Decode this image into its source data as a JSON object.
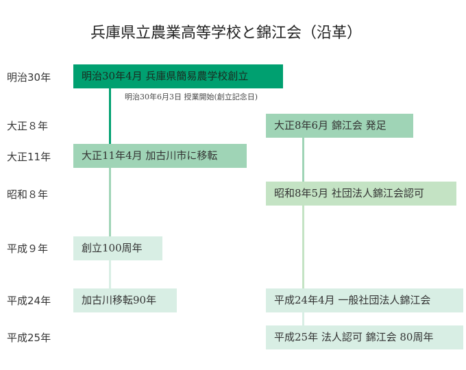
{
  "title": "兵庫県立農業高等学校と錦江会（沿革）",
  "eras": [
    "明治30年",
    "大正８年",
    "大正11年",
    "昭和８年",
    "平成９年",
    "平成24年",
    "平成25年"
  ],
  "events": {
    "m30": "明治30年4月 兵庫県簡易農学校創立",
    "m30_note": "明治30年6月3日 授業開始(創立記念日)",
    "t8": "大正8年6月 錦江会 発足",
    "t11": "大正11年4月 加古川市に移転",
    "s8": "昭和8年5月 社団法人錦江会認可",
    "h9": "創立100周年",
    "h24_left": "加古川移転90年",
    "h24_right": "平成24年4月 一般社団法人錦江会",
    "h25": "平成25年 法人認可 錦江会 80周年"
  },
  "colors": {
    "dark": "#00a070",
    "mid": "#9fd4b6",
    "light": "#c4e3c4",
    "pale": "#d8eee4"
  }
}
